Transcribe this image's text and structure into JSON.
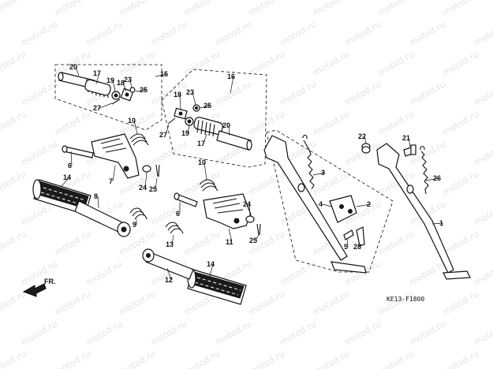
{
  "watermark": "motod.ru",
  "front_arrow_label": "FR.",
  "diagram_ref": "KE13-F1800",
  "callouts": [
    "1",
    "2",
    "3",
    "4",
    "5",
    "6",
    "7",
    "8",
    "9",
    "10",
    "11",
    "12",
    "13",
    "14",
    "15",
    "16",
    "17",
    "18",
    "19",
    "20",
    "21",
    "22",
    "23",
    "24",
    "25",
    "26",
    "27",
    "28"
  ],
  "colors": {
    "ink": "#111111",
    "watermark": "#e3e3e3",
    "background": "#ffffff"
  }
}
